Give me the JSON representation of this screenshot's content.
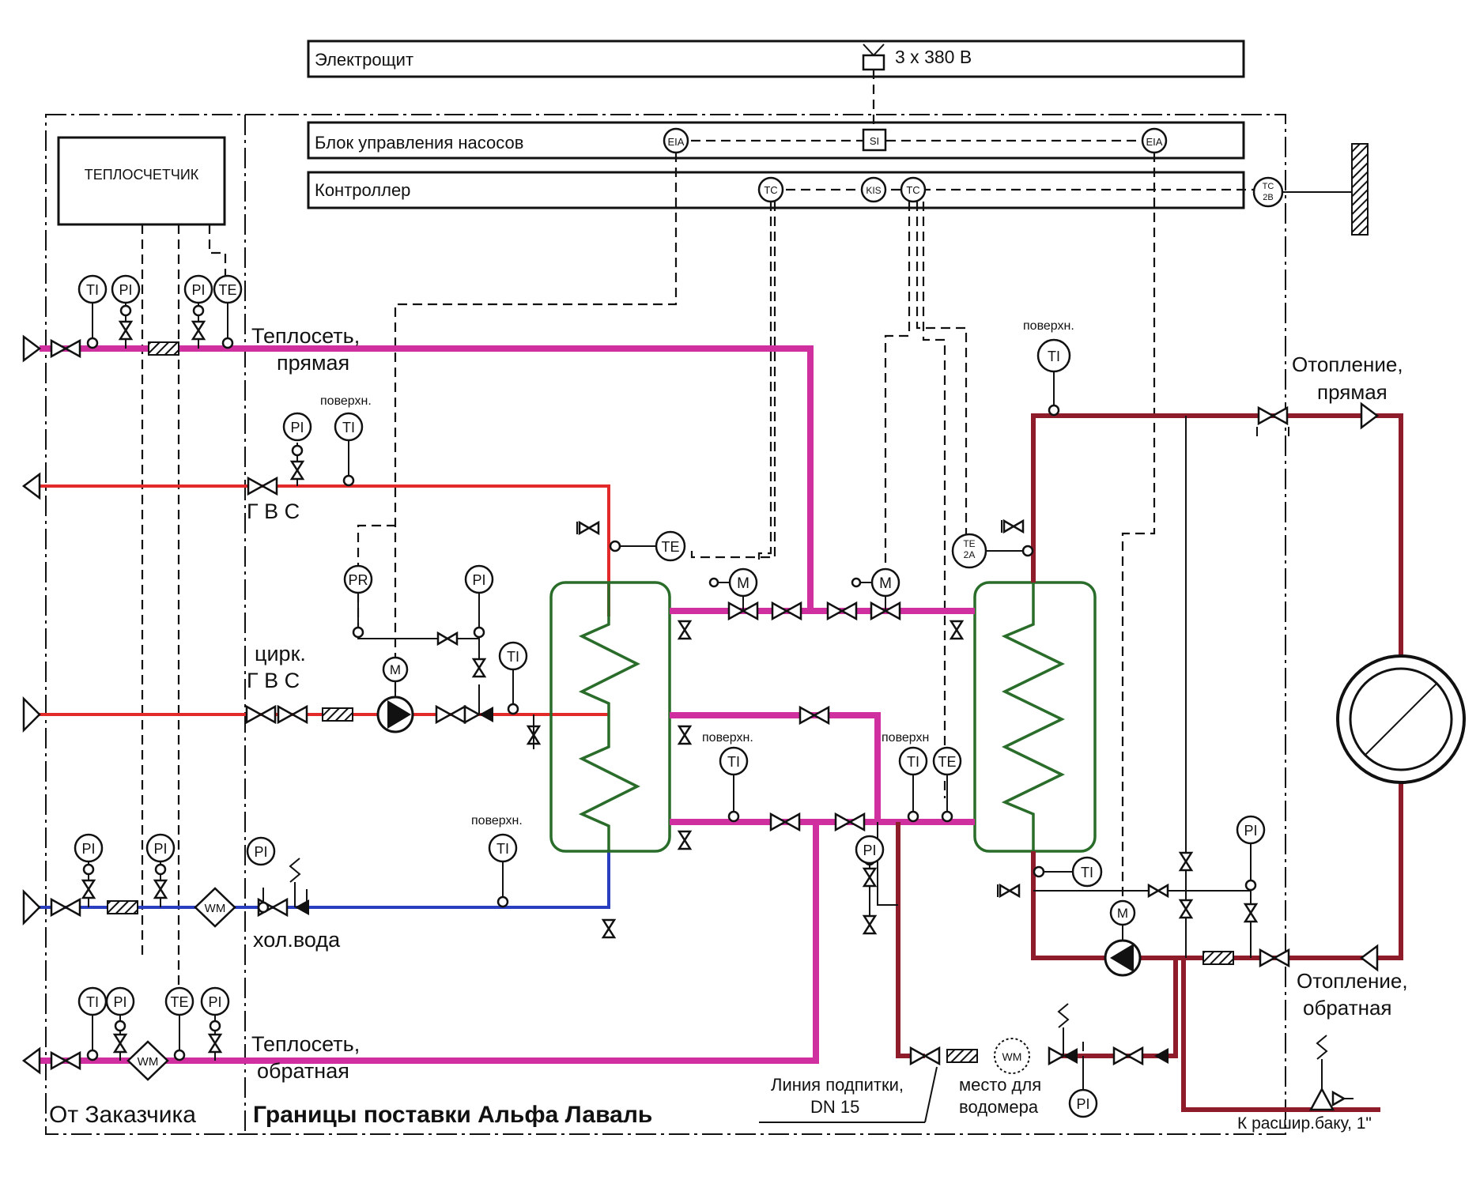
{
  "labels": {
    "elektroshchit": "Электрощит",
    "power": "3 x 380 В",
    "pump_control": "Блок управления насосов",
    "controller": "Контроллер",
    "heat_meter": "ТЕПЛОСЧЕТЧИК",
    "teploset_supply_1": "Теплосеть,",
    "teploset_supply_2": "прямая",
    "gvs": "Г В С",
    "circ_1": "цирк.",
    "circ_2": "Г В С",
    "cold_water": "хол.вода",
    "teploset_return_1": "Теплосеть,",
    "teploset_return_2": "обратная",
    "heating_supply_1": "Отопление,",
    "heating_supply_2": "прямая",
    "heating_return_1": "Отопление,",
    "heating_return_2": "обратная",
    "makeup_1": "Линия подпитки,",
    "makeup_2": "DN 15",
    "meter_place_1": "место для",
    "meter_place_2": "водомера",
    "expansion": "К расшир.баку, 1\"",
    "from_customer": "От Заказчика",
    "supply_limits": "Границы поставки Альфа Лаваль",
    "surface": "поверхн.",
    "surface_short": "поверхн"
  },
  "instruments": {
    "TI": "TI",
    "PI": "PI",
    "TE": "TE",
    "PR": "PR",
    "EIA": "EIA",
    "SI": "SI",
    "TC": "TC",
    "KIS": "KIS",
    "TC2B_a": "TC",
    "TC2B_b": "2B",
    "TE2A_a": "TE",
    "TE2A_b": "2A",
    "WM": "WM",
    "M": "M"
  },
  "colors": {
    "network_pipe": "#d0309f",
    "hot_water_pipe": "#e32a2a",
    "cold_water_pipe": "#2a3fbf",
    "heating_pipe": "#8e1c2a",
    "heat_exchanger": "#2a6d2a"
  }
}
